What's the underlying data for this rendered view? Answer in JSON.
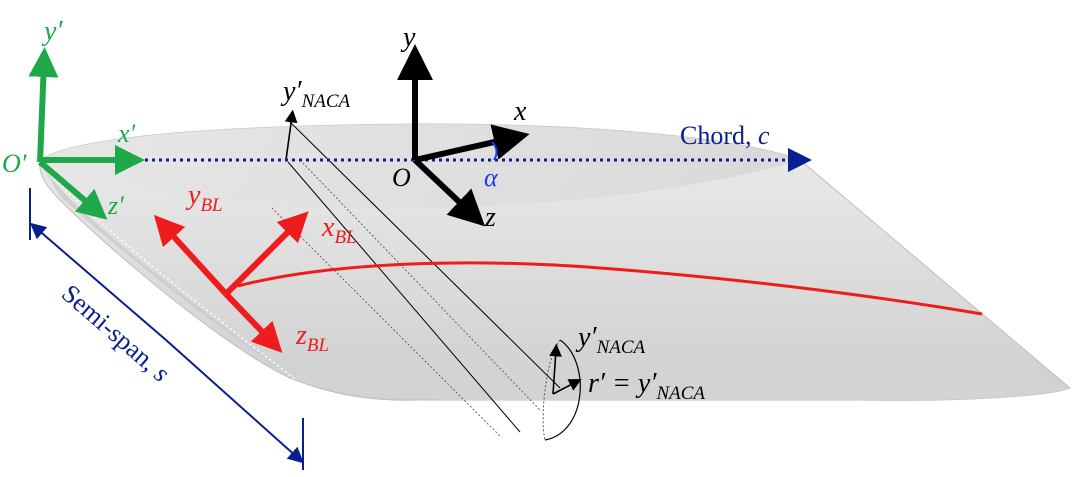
{
  "colors": {
    "global_axes": "#000000",
    "prime_axes": "#1fa84a",
    "bl_axes": "#ee1c1c",
    "chord": "#0a1f8f",
    "semispan": "#0a1f8f",
    "alpha": "#1a3cf0",
    "wing_fill": "#d9d9d9",
    "wing_edge": "#b8b8b8"
  },
  "labels": {
    "y": "y",
    "x": "x",
    "z": "z",
    "origin": "O",
    "alpha": "α",
    "y_prime": "y′",
    "x_prime": "x′",
    "z_prime": "z′",
    "origin_prime": "O′",
    "y_bl": "y",
    "x_bl": "x",
    "z_bl": "z",
    "bl_sub": "BL",
    "chord_text": "Chord, ",
    "chord_symbol": "c",
    "naca_top": "y′",
    "naca_sub": "NACA",
    "naca_tip": "y′",
    "radius_prefix": "r′ = y′",
    "semispan_text": "Semi-span, ",
    "semispan_symbol": "s"
  }
}
